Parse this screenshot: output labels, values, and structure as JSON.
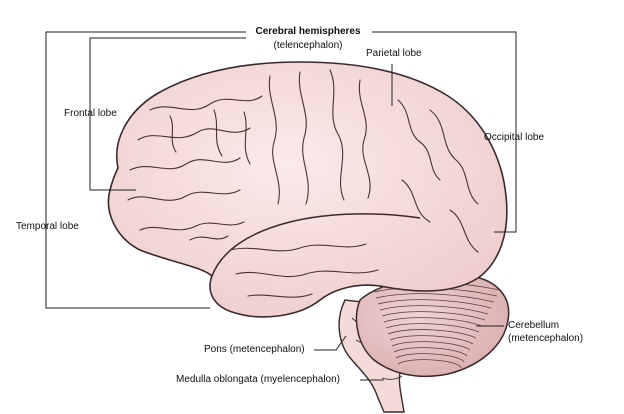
{
  "labels": {
    "cerebral_hemispheres": "Cerebral hemispheres",
    "telencephalon": "(telencephalon)",
    "parietal_lobe": "Parietal lobe",
    "frontal_lobe": "Frontal lobe",
    "occipital_lobe": "Occipital lobe",
    "temporal_lobe": "Temporal lobe",
    "cerebellum": "Cerebellum",
    "metencephalon": "(metencephalon)",
    "pons": "Pons (metencephalon)",
    "medulla": "Medulla oblongata (myelencephalon)"
  },
  "colors": {
    "brain_fill": "#f5dcdc",
    "brain_shade": "#e8c2c2",
    "outline": "#3a2a2a",
    "leader": "#222222"
  }
}
